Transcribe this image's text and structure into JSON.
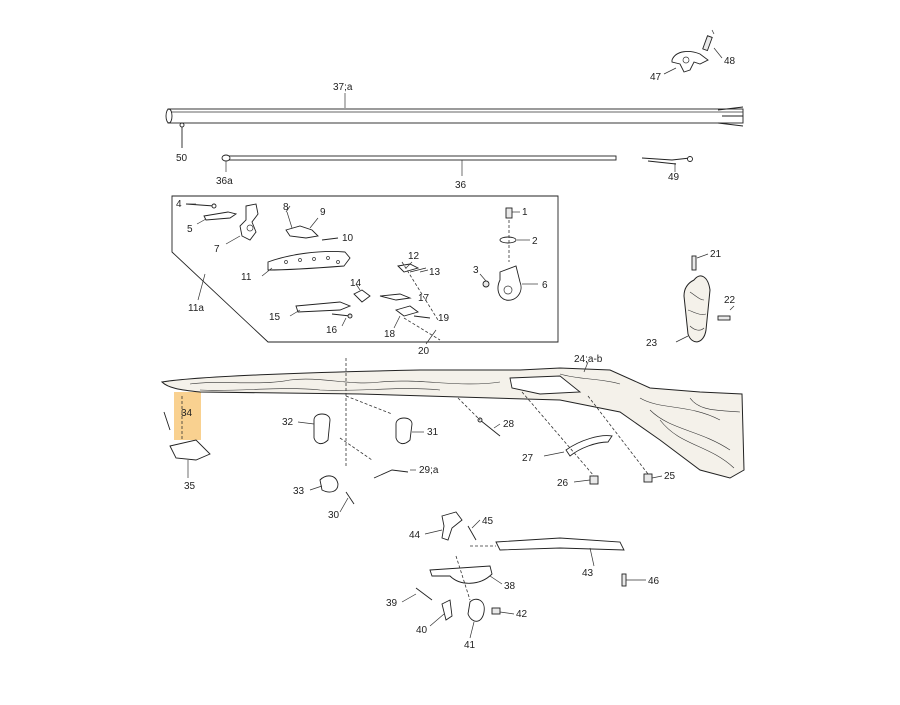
{
  "diagram": {
    "highlight_color": "#f7c26b",
    "highlighted_part": "34",
    "labels": {
      "l1": "1",
      "l2": "2",
      "l3": "3",
      "l4": "4",
      "l5": "5",
      "l6": "6",
      "l7": "7",
      "l8": "8",
      "l9": "9",
      "l10": "10",
      "l11": "11",
      "l11a": "11a",
      "l12": "12",
      "l13": "13",
      "l14": "14",
      "l15": "15",
      "l16": "16",
      "l17": "17",
      "l18": "18",
      "l19": "19",
      "l20": "20",
      "l21": "21",
      "l22": "22",
      "l23": "23",
      "l24": "24;a-b",
      "l25": "25",
      "l26": "26",
      "l27": "27",
      "l28": "28",
      "l29": "29;a",
      "l30": "30",
      "l31": "31",
      "l32": "32",
      "l33": "33",
      "l34": "34",
      "l35": "35",
      "l36": "36",
      "l36a": "36a",
      "l37": "37;a",
      "l38": "38",
      "l39": "39",
      "l40": "40",
      "l41": "41",
      "l42": "42",
      "l43": "43",
      "l44": "44",
      "l45": "45",
      "l46": "46",
      "l47": "47",
      "l48": "48",
      "l49": "49",
      "l50": "50"
    }
  }
}
